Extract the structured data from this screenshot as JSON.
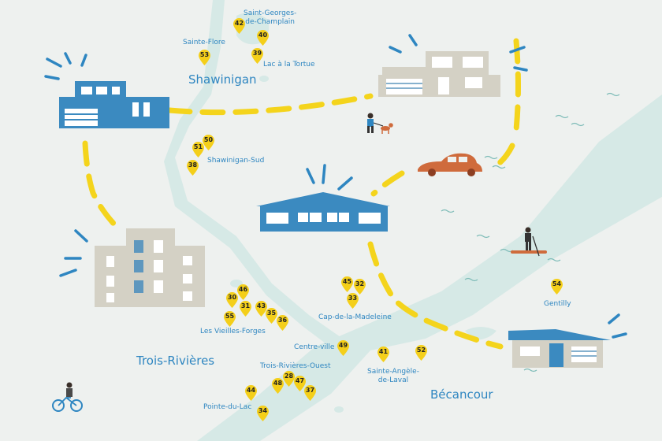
{
  "map": {
    "cities": {
      "shawinigan": "Shawinigan",
      "trois_rivieres": "Trois-Rivières",
      "becancour": "Bécancour"
    },
    "places": {
      "saint_georges_line1": "Saint-Georges-",
      "saint_georges_line2": "de-Champlain",
      "sainte_flore": "Sainte-Flore",
      "lac_a_la_tortue": "Lac à la Tortue",
      "shawinigan_sud": "Shawinigan-Sud",
      "cap_de_la_madeleine": "Cap-de-la-Madeleine",
      "gentilly": "Gentilly",
      "les_vieilles_forges": "Les Vieilles-Forges",
      "centre_ville": "Centre-ville",
      "sainte_angele_line1": "Sainte-Angèle-",
      "sainte_angele_line2": "de-Laval",
      "trois_rivieres_ouest": "Trois-Rivières-Ouest",
      "pointe_du_lac": "Pointe-du-Lac"
    },
    "pins": [
      "42",
      "40",
      "53",
      "39",
      "50",
      "51",
      "38",
      "45",
      "32",
      "33",
      "30",
      "46",
      "31",
      "43",
      "35",
      "36",
      "55",
      "49",
      "41",
      "52",
      "54",
      "28",
      "48",
      "47",
      "44",
      "37",
      "34"
    ],
    "colors": {
      "background": "#eef1ef",
      "water": "#d6e9e6",
      "pin": "#f4cf1a",
      "path": "#f4d41c",
      "text": "#2e86c1",
      "house": "#3b8ac0",
      "car": "#cf6b3c"
    }
  }
}
